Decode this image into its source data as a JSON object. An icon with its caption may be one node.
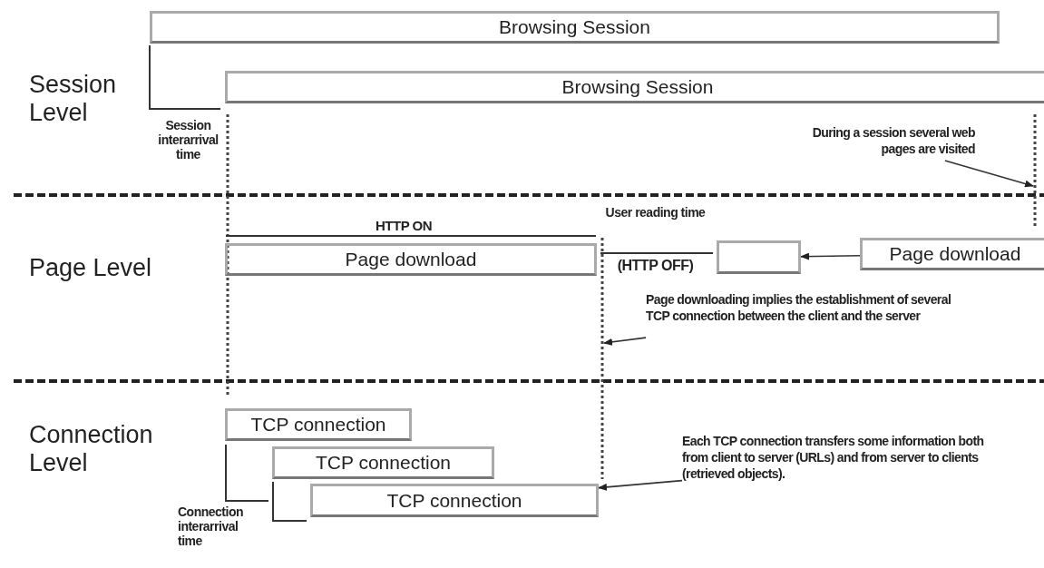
{
  "diagram": {
    "nodes": [
      {
        "text": [
          "Browsing Session"
        ]
      },
      {
        "text": [
          "Browsing Session"
        ]
      },
      {
        "text": [
          "Page download"
        ]
      },
      {
        "text": [],
        "shape": "box"
      },
      {
        "text": [
          "Page download"
        ]
      },
      {
        "text": [
          "TCP connection"
        ]
      },
      {
        "text": [
          "TCP connection"
        ]
      },
      {
        "text": [
          "TCP connection"
        ]
      },
      {
        "text": [
          "During a session several web pages are visited"
        ]
      },
      {
        "text": [
          "Page downloading implies the establishment of several TCP connection between the client and the server"
        ]
      },
      {
        "text": [
          "Each TCP connection transfers some information both from client to server (URLs) and from server to clients (retrieved objects)."
        ]
      }
    ],
    "edges": [
      {
        "from": 4,
        "to": 3,
        "arrow": "to"
      },
      {
        "from": 8,
        "to": null,
        "arrow": "to"
      },
      {
        "from": 9,
        "to": null,
        "arrow": "to"
      },
      {
        "from": 10,
        "to": 7,
        "arrow": "to"
      }
    ],
    "labels": [
      "Session Level",
      "Session interarrival time",
      "HTTP ON",
      "User reading time",
      "(HTTP OFF)",
      "Page Level",
      "Connection Level",
      "Connection interarrival time"
    ]
  }
}
